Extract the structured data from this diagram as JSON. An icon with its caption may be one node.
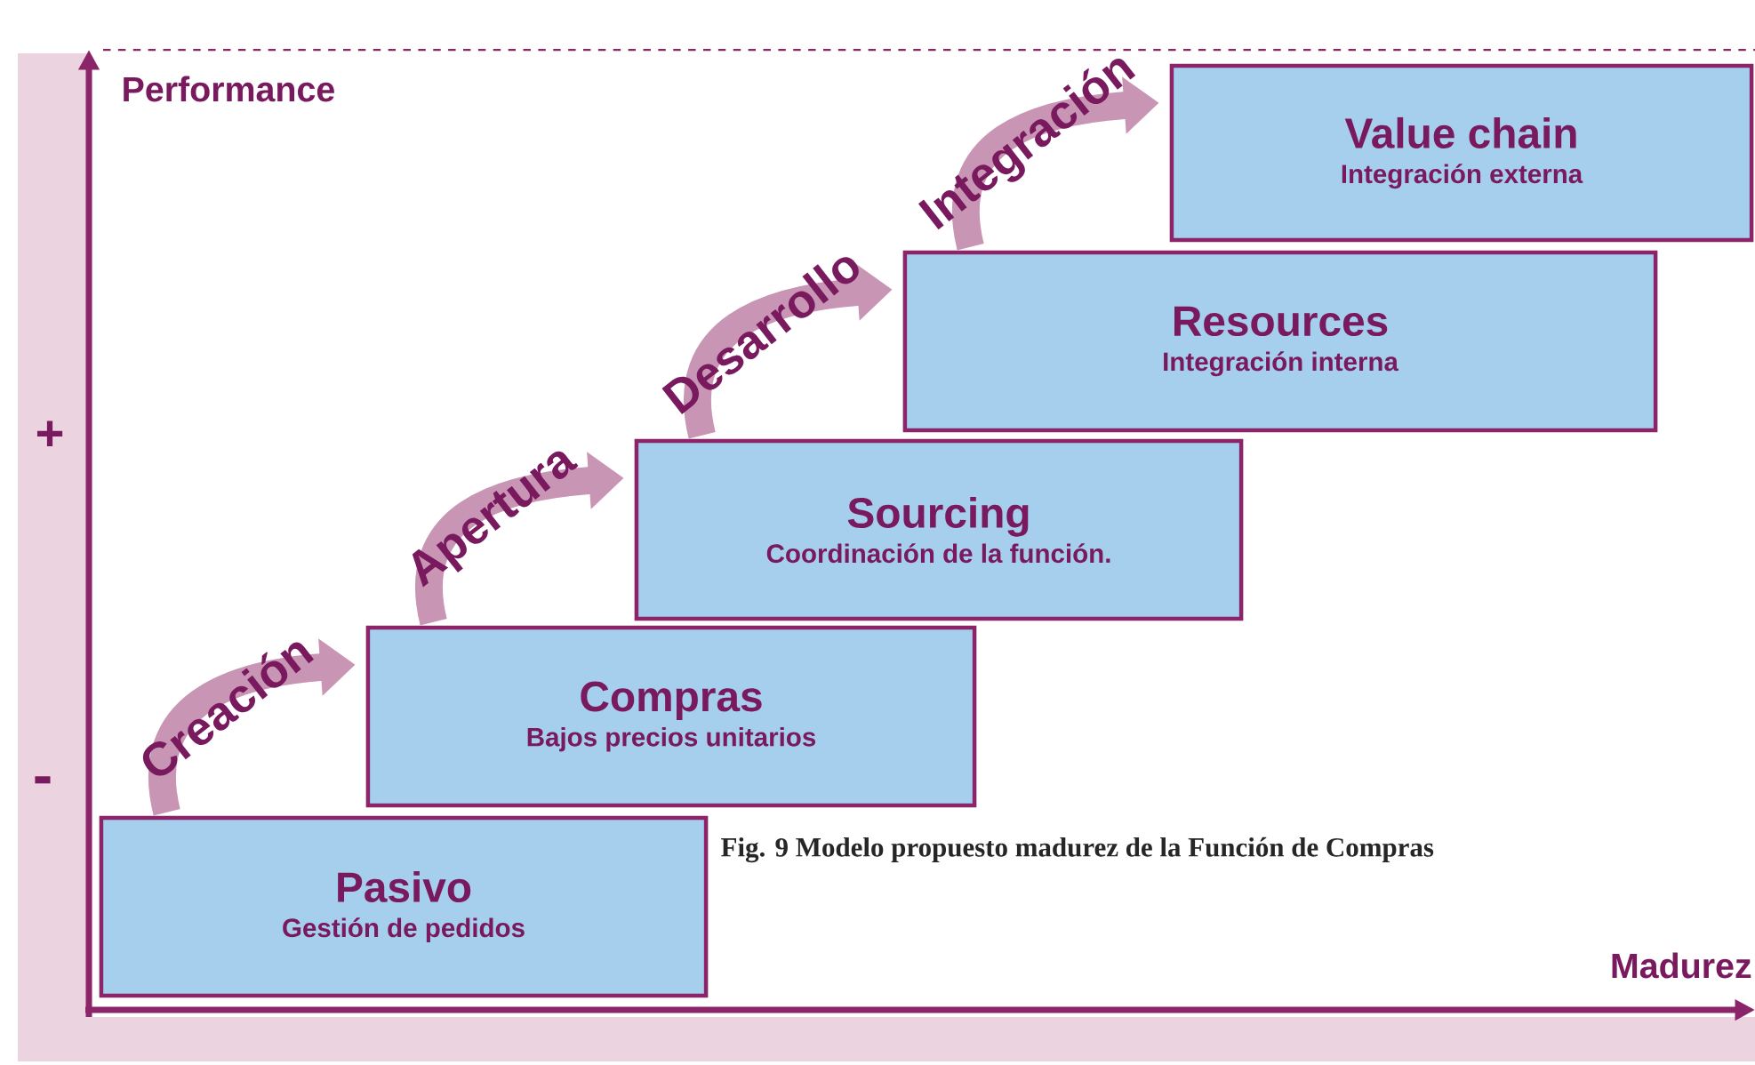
{
  "diagram": {
    "caption": "Fig. 9 Modelo propuesto madurez de la Función de Compras",
    "nodes": [
      {
        "text": [
          "Pasivo",
          "Gestión de pedidos"
        ]
      },
      {
        "text": [
          "Compras",
          "Bajos precios unitarios"
        ]
      },
      {
        "text": [
          "Sourcing",
          "Coordinación de la función."
        ]
      },
      {
        "text": [
          "Resources",
          "Integración interna"
        ]
      },
      {
        "text": [
          "Value chain",
          "Integración externa"
        ]
      }
    ],
    "edges": [
      {
        "from": 0,
        "to": 1,
        "arrow": "to",
        "label": "Creación"
      },
      {
        "from": 1,
        "to": 2,
        "arrow": "to",
        "label": "Apertura"
      },
      {
        "from": 2,
        "to": 3,
        "arrow": "to",
        "label": "Desarrollo"
      },
      {
        "from": 3,
        "to": 4,
        "arrow": "to",
        "label": "Integración"
      }
    ],
    "labels": [
      "Performance",
      "+",
      "-",
      "Madurez"
    ]
  }
}
